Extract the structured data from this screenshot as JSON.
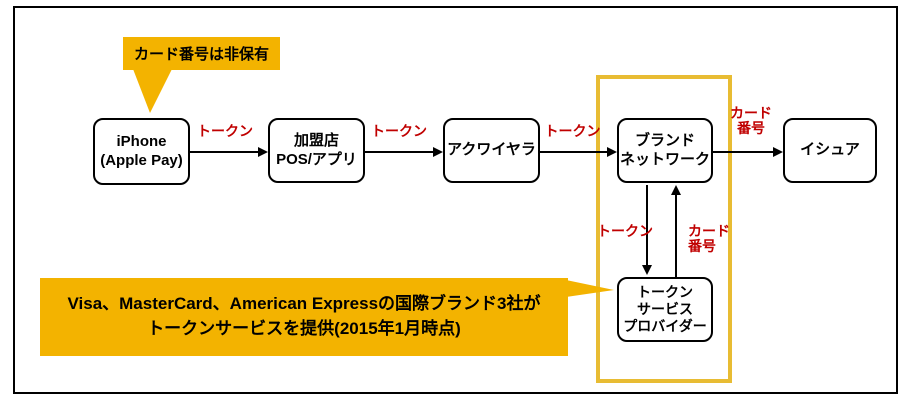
{
  "colors": {
    "callout_gold": "#F3B300",
    "highlight_border": "#E8BC33",
    "label_red": "#C00000"
  },
  "callouts": {
    "top": {
      "text": "カード番号は非保有"
    },
    "bottom": {
      "line1": "Visa、MasterCard、American Expressの国際ブランド3社が",
      "line2": "トークンサービスを提供(2015年1月時点)"
    }
  },
  "nodes": {
    "iphone": {
      "line1": "iPhone",
      "line2": "(Apple Pay)"
    },
    "merchant": {
      "line1": "加盟店",
      "line2": "POS/アプリ"
    },
    "acquirer": {
      "line1": "アクワイヤラ"
    },
    "brand_network": {
      "line1": "ブランド",
      "line2": "ネットワーク"
    },
    "issuer": {
      "line1": "イシュア"
    },
    "token_service_provider": {
      "line1": "トークン",
      "line2": "サービス",
      "line3": "プロバイダー"
    }
  },
  "edge_labels": {
    "iphone_to_merchant": "トークン",
    "merchant_to_acquirer": "トークン",
    "acquirer_to_brand": "トークン",
    "brand_to_issuer": {
      "line1": "カード",
      "line2": "番号"
    },
    "brand_to_tsp": "トークン",
    "tsp_to_brand": {
      "line1": "カード",
      "line2": "番号"
    }
  }
}
